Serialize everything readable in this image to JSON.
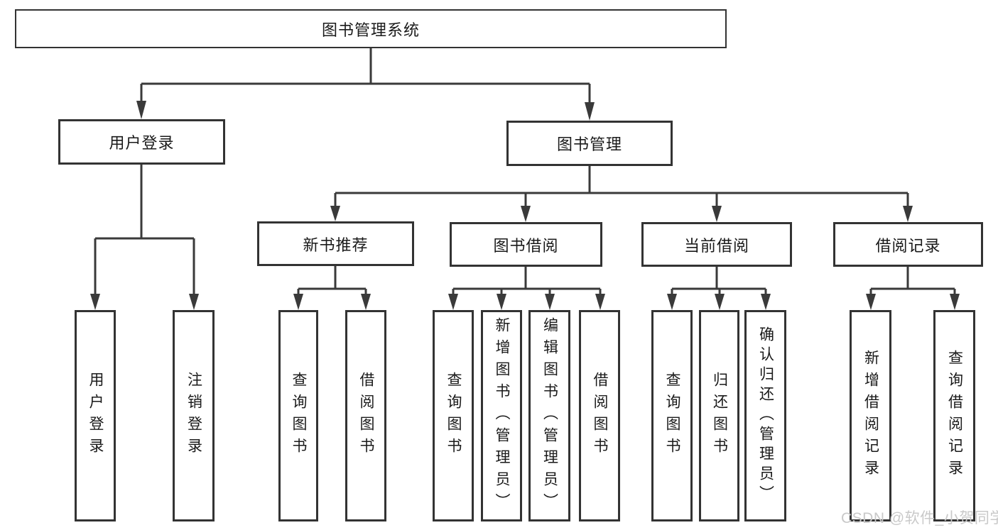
{
  "diagram_title": "图书管理系统",
  "watermark": "CSDN @软件_小贺同学",
  "colors": {
    "line_color": "#3a3a3a",
    "border_color": "#333333",
    "text_color": "#1a1a1a",
    "watermark_color": "#c9c9c9",
    "bg_color": "#ffffff"
  },
  "nodes": {
    "root": {
      "label": "图书管理系统"
    },
    "user_login": {
      "label": "用户登录"
    },
    "book_management": {
      "label": "图书管理"
    },
    "new_book_recommend": {
      "label": "新书推荐"
    },
    "book_borrow": {
      "label": "图书借阅"
    },
    "current_borrow": {
      "label": "当前借阅"
    },
    "borrow_records": {
      "label": "借阅记录"
    },
    "leaf_login": {
      "label": "用户登录"
    },
    "leaf_logout": {
      "label": "注销登录"
    },
    "nb_query": {
      "label": "查询图书"
    },
    "nb_borrow": {
      "label": "借阅图书"
    },
    "bb_query": {
      "label": "查询图书"
    },
    "bb_add": {
      "label": "新增图书（管理员）"
    },
    "bb_edit": {
      "label": "编辑图书（管理员）"
    },
    "bb_borrow": {
      "label": "借阅图书"
    },
    "cb_query": {
      "label": "查询图书"
    },
    "cb_return": {
      "label": "归还图书"
    },
    "cb_confirm": {
      "label": "确认归还（管理员）"
    },
    "br_add": {
      "label": "新增借阅记录"
    },
    "br_query": {
      "label": "查询借阅记录"
    }
  },
  "hierarchy": {
    "root": "图书管理系统",
    "children": [
      {
        "label": "用户登录",
        "children": [
          "用户登录",
          "注销登录"
        ]
      },
      {
        "label": "图书管理",
        "children": [
          {
            "label": "新书推荐",
            "children": [
              "查询图书",
              "借阅图书"
            ]
          },
          {
            "label": "图书借阅",
            "children": [
              "查询图书",
              "新增图书（管理员）",
              "编辑图书（管理员）",
              "借阅图书"
            ]
          },
          {
            "label": "当前借阅",
            "children": [
              "查询图书",
              "归还图书",
              "确认归还（管理员）"
            ]
          },
          {
            "label": "借阅记录",
            "children": [
              "新增借阅记录",
              "查询借阅记录"
            ]
          }
        ]
      }
    ]
  }
}
